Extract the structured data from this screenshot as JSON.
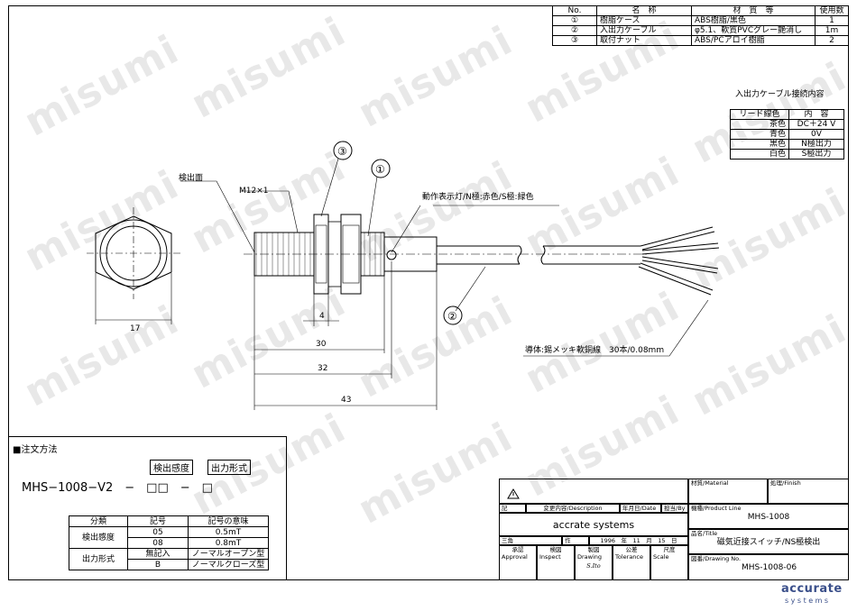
{
  "parts_table": {
    "headers": [
      "No.",
      "名　称",
      "材　質　等",
      "使用数"
    ],
    "rows": [
      [
        "①",
        "樹脂ケース",
        "ABS樹脂/黒色",
        "1"
      ],
      [
        "②",
        "入出力ケーブル",
        "φ5.1、軟質PVCグレー艶消し",
        "1m"
      ],
      [
        "③",
        "取付ナット",
        "ABS/PCアロイ樹脂",
        "2"
      ]
    ]
  },
  "cable_connection": {
    "title": "入出力ケーブル接続内容",
    "headers": [
      "リード線色",
      "内　容"
    ],
    "rows": [
      [
        "茶色",
        "DC＋24 V"
      ],
      [
        "青色",
        "0V"
      ],
      [
        "黒色",
        "N極出力"
      ],
      [
        "白色",
        "S極出力"
      ]
    ]
  },
  "drawing": {
    "detect_face": "検出面",
    "thread": "M12×1",
    "indicator": "動作表示灯/N極:赤色/S極:緑色",
    "conductor": "導体:錫メッキ軟銅線　30本/0.08mm",
    "balloons": [
      "③",
      "①",
      "②"
    ],
    "dims": {
      "hex": "17",
      "nut": "4",
      "d30": "30",
      "d32": "32",
      "d43": "43"
    }
  },
  "order": {
    "title": "■注文方法",
    "label_sensitivity": "検出感度",
    "label_output": "出力形式",
    "model_code": "MHS−1008−V2　−　□□　−　□",
    "headers": [
      "分類",
      "記号",
      "記号の意味"
    ],
    "rows": [
      [
        "検出感度",
        "05",
        "0.5mT"
      ],
      [
        "",
        "08",
        "0.8mT"
      ],
      [
        "出力形式",
        "無記入",
        "ノーマルオープン型"
      ],
      [
        "",
        "B",
        "ノーマルクローズ型"
      ]
    ]
  },
  "title_block": {
    "rev_no": "記号/No",
    "change": "変更内容/Description",
    "date": "年月日/Date",
    "checker": "担当/By",
    "company": "accrate systems",
    "projection": "三角法/Trigonometry",
    "made_date": "作成/Date",
    "made_date_value": "1996　年　11　月　15　日",
    "approval_ja": "承認",
    "approval": "Approval",
    "inspect_ja": "検図",
    "inspect": "Inspect",
    "drawing_ja": "製図",
    "drawing": "Drawing",
    "drawer": "S.Ito",
    "tolerance_ja": "公差",
    "tolerance": "Tolerance",
    "scale_ja": "尺度",
    "scale": "Scale",
    "material": "材質/Material",
    "finish": "処理/Finish",
    "product_line_label": "機種/Product Line",
    "product_line": "MHS-1008",
    "title_label": "品名/Title",
    "title": "磁気近接スイッチ/NS極検出",
    "drawing_no_label": "図番/Drawing No.",
    "drawing_no": "MHS-1008-06"
  },
  "logo": {
    "top": "accurate",
    "bottom": "systems"
  },
  "watermark": "misumi"
}
